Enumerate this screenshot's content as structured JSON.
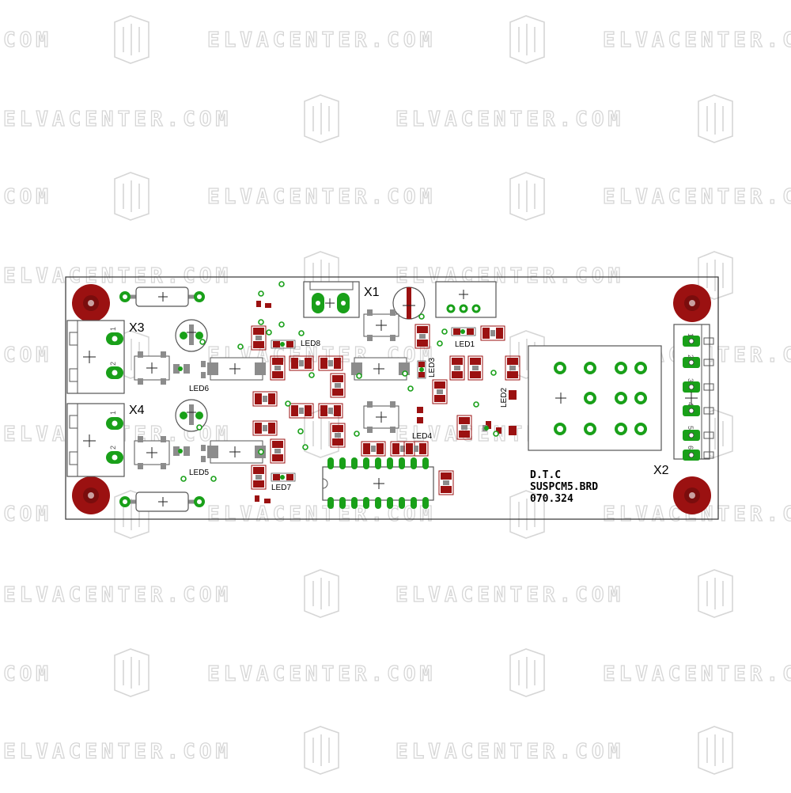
{
  "watermark": {
    "text": "ELVACENTER.COM",
    "partial_text": "COM"
  },
  "board": {
    "connectors": {
      "x1": "X1",
      "x2": "X2",
      "x3": "X3",
      "x4": "X4"
    },
    "leds": {
      "led1": "LED1",
      "led2": "LED2",
      "led3": "LED3",
      "led4": "LED4",
      "led5": "LED5",
      "led6": "LED6",
      "led7": "LED7",
      "led8": "LED8"
    },
    "pin_numbers": {
      "p1": "1",
      "p2": "2",
      "p3": "3",
      "p4": "4",
      "p5": "5",
      "p6": "6"
    },
    "label": {
      "line1": "D.T.C",
      "line2": "SUSPCM5.BRD",
      "line3": "070.324"
    }
  },
  "colors": {
    "copper": "#9b1111",
    "pad_green": "#19a019",
    "smd_grey": "#8c8c8c",
    "outline": "#333333",
    "watermark": "#d6d6d6"
  }
}
